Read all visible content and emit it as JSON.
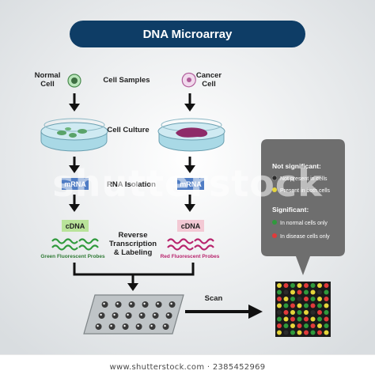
{
  "title": "DNA Microarray",
  "labels": {
    "normal_cell": "Normal\nCell",
    "cancer_cell": "Cancer\nCell",
    "cell_samples": "Cell Samples",
    "cell_culture": "Cell Culture",
    "mrna_left": "mRNA",
    "mrna_right": "mRNA",
    "rna_isolation": "RNA Isolation",
    "cdna_left": "cDNA",
    "cdna_right": "cDNA",
    "reverse_transcription": "Reverse\nTranscription\n& Labeling",
    "green_probes": "Green Fluorescent Probes",
    "red_probes": "Red Fluorescent Probes",
    "scan": "Scan"
  },
  "legend": {
    "not_significant_heading": "Not significant:",
    "not_present": "Not present in cells",
    "present_both": "Present in both cells",
    "significant_heading": "Significant:",
    "normal_only": "In normal cells only",
    "disease_only": "In disease cells only"
  },
  "watermark": "shutterstock",
  "footer": "www.shutterstock.com · 2385452969",
  "colors": {
    "title_bg": "#0e3d66",
    "title_text": "#ffffff",
    "mrna_box": "#4f7cc4",
    "cdna_green_box": "#b9e39a",
    "cdna_red_box": "#f3c9d4",
    "probe_green": "#2f9a3c",
    "probe_red": "#b8246d",
    "dish_water": "#a9d9e6",
    "legend_bg": "#6e6e6e",
    "spot_black": "#2b2b2b",
    "spot_yellow": "#e5d53a",
    "spot_green": "#2f9a3c",
    "spot_red": "#e03a3a",
    "arrow": "#111111"
  },
  "microarray_spots": [
    [
      "yellow",
      "red",
      "green",
      "yellow",
      "red",
      "green",
      "yellow",
      "red"
    ],
    [
      "green",
      "black",
      "yellow",
      "red",
      "green",
      "yellow",
      "black",
      "green"
    ],
    [
      "red",
      "yellow",
      "green",
      "black",
      "red",
      "green",
      "yellow",
      "red"
    ],
    [
      "yellow",
      "green",
      "red",
      "yellow",
      "green",
      "red",
      "green",
      "yellow"
    ],
    [
      "black",
      "red",
      "yellow",
      "green",
      "yellow",
      "black",
      "red",
      "green"
    ],
    [
      "green",
      "yellow",
      "red",
      "green",
      "red",
      "yellow",
      "green",
      "red"
    ],
    [
      "red",
      "green",
      "yellow",
      "red",
      "green",
      "red",
      "yellow",
      "green"
    ],
    [
      "yellow",
      "black",
      "green",
      "yellow",
      "red",
      "green",
      "red",
      "yellow"
    ]
  ]
}
